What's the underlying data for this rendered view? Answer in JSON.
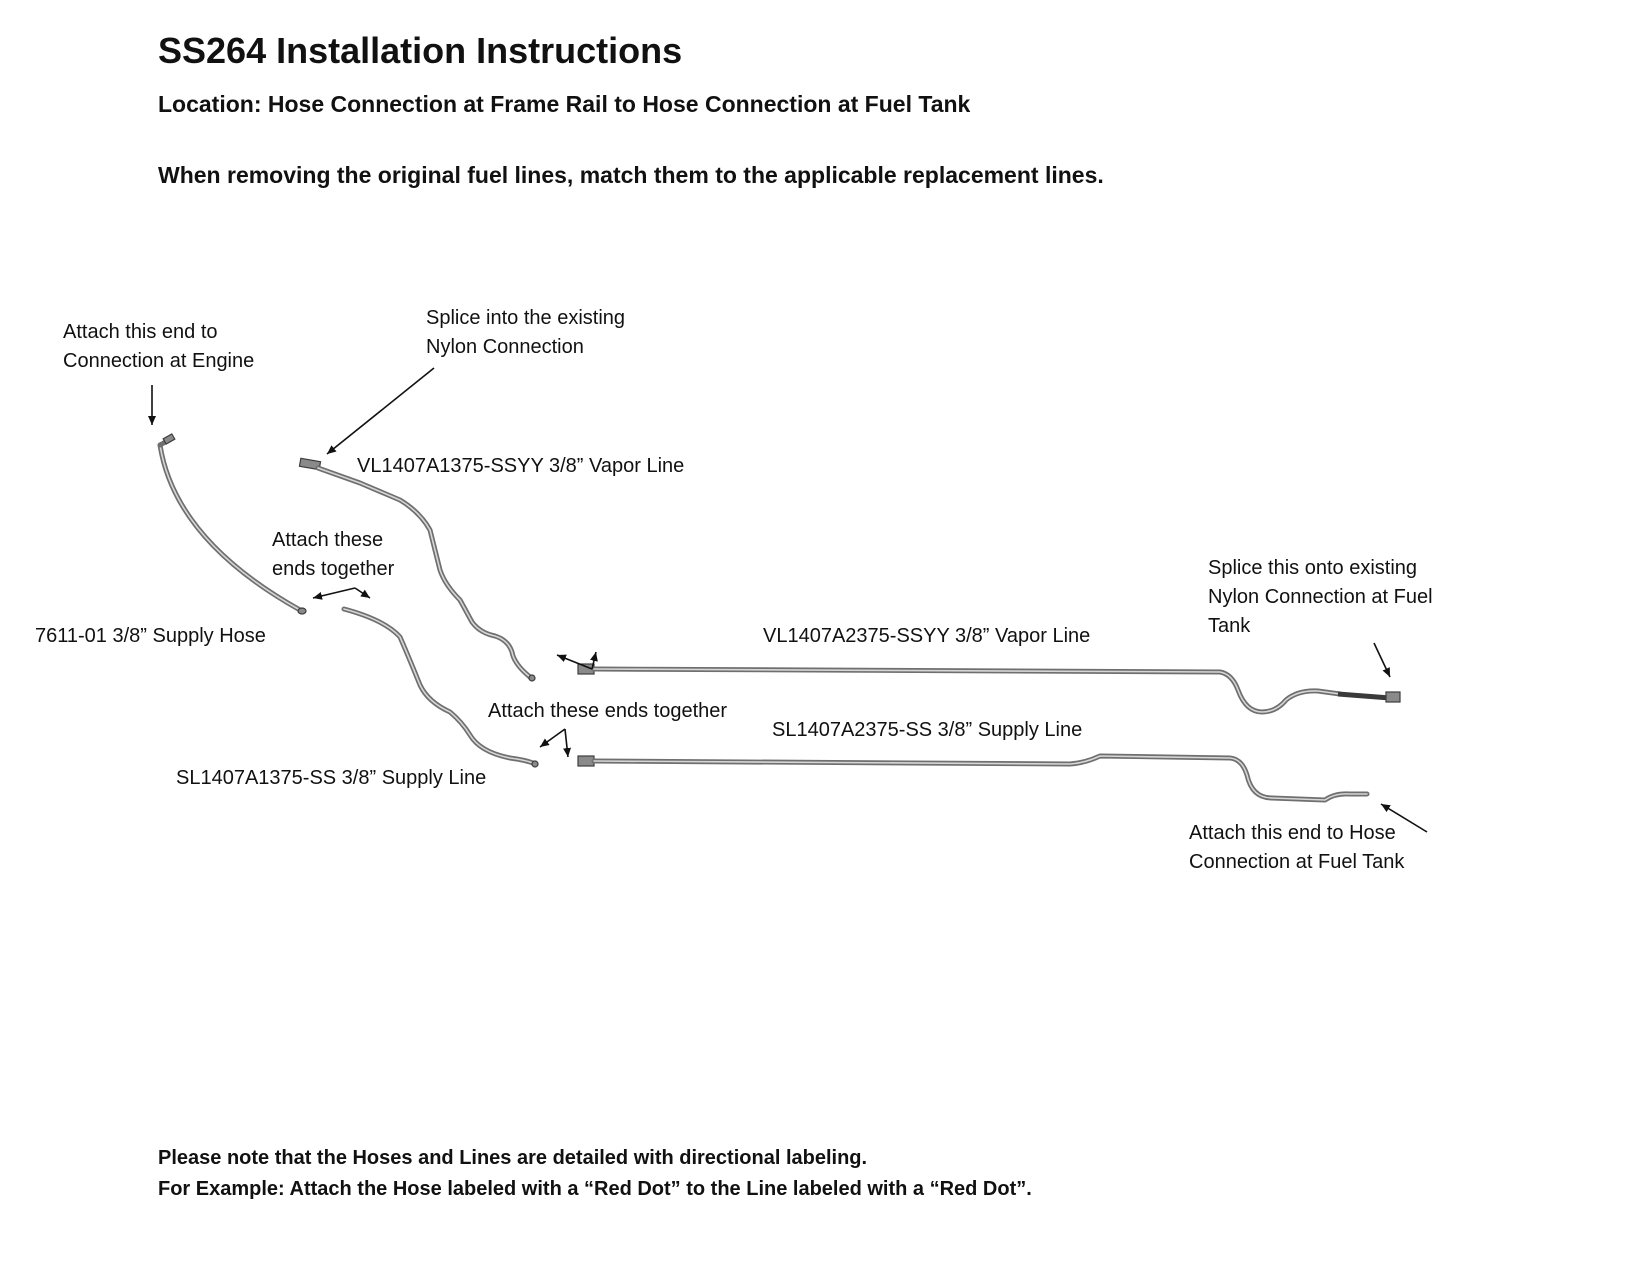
{
  "header": {
    "title": "SS264 Installation Instructions",
    "location": "Location: Hose Connection at Frame Rail to Hose Connection at Fuel Tank",
    "instruction": "When removing the original fuel lines, match them to the applicable replacement lines."
  },
  "labels": {
    "attach_engine_1": "Attach this end to",
    "attach_engine_2": "Connection at Engine",
    "splice_nylon_1": "Splice into the existing",
    "splice_nylon_2": "Nylon Connection",
    "vapor_line_front": "VL1407A1375-SSYY 3/8” Vapor Line",
    "attach_together_a_1": "Attach these",
    "attach_together_a_2": "ends together",
    "supply_hose": "7611-01 3/8” Supply Hose",
    "attach_together_b": "Attach these ends together",
    "supply_line_front": "SL1407A1375-SS 3/8” Supply Line",
    "vapor_line_rear": "VL1407A2375-SSYY 3/8” Vapor Line",
    "supply_line_rear": "SL1407A2375-SS 3/8” Supply Line",
    "splice_tank_1": "Splice this onto existing",
    "splice_tank_2": "Nylon Connection at Fuel",
    "splice_tank_3": "Tank",
    "attach_tank_1": "Attach this end to Hose",
    "attach_tank_2": "Connection at Fuel Tank"
  },
  "footer": {
    "note_1": "Please note that the Hoses and Lines are detailed with directional labeling.",
    "note_2": "For Example: Attach the Hose labeled with a “Red Dot” to the Line labeled with a “Red Dot”."
  },
  "colors": {
    "pipe": "#6f6f6f",
    "text": "#111111"
  }
}
